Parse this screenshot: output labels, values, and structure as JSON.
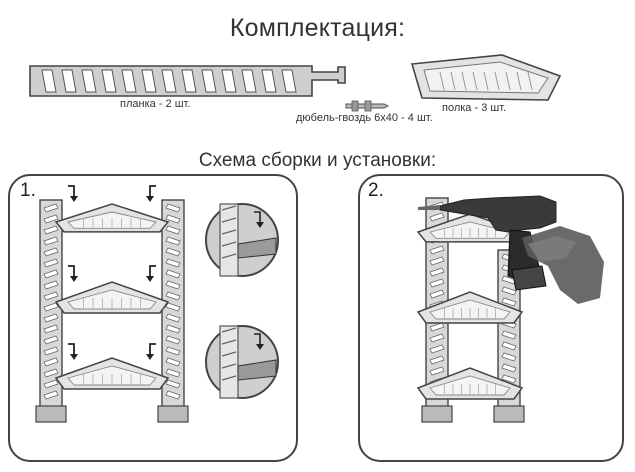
{
  "header": {
    "title": "Комплектация:"
  },
  "kit": {
    "plank_label": "планка - 2 шт.",
    "dowel_label": "дюбель-гвоздь 6х40 - 4 шт.",
    "shelf_label": "полка - 3 шт."
  },
  "assembly": {
    "title": "Схема сборки и установки:"
  },
  "steps": [
    {
      "number": "1."
    },
    {
      "number": "2."
    }
  ],
  "colors": {
    "outline": "#444444",
    "metal": "#d4d4d4",
    "shelf": "#e2e2e2",
    "dark": "#555555"
  },
  "icons": [
    "plank-icon",
    "dowel-icon",
    "corner-shelf-icon",
    "drill-icon",
    "arrow-down-icon",
    "zoom-detail-icon"
  ]
}
